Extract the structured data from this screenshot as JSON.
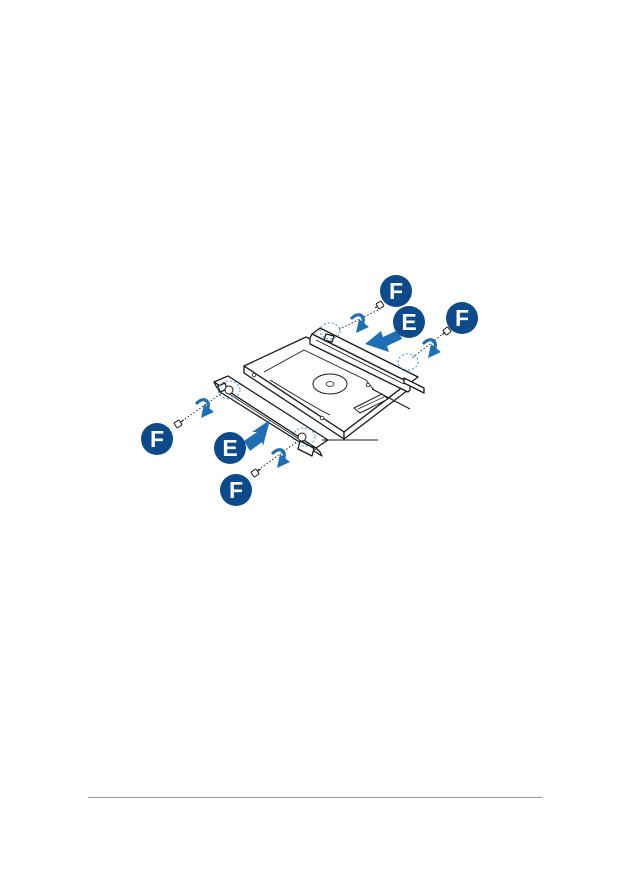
{
  "colors": {
    "badge_fill": "#0d4a8c",
    "arrow_fill": "#1f6fb4",
    "rotate_arrow": "#1f6fb4",
    "line_art": "#1a1a1a",
    "dotted_highlight": "#4a8fd0",
    "footer_rule": "#9a9a9a"
  },
  "icons": {
    "badge": "circle-letter-badge",
    "rotate": "clockwise-rotate-arrow-icon",
    "screw": "screw-icon",
    "push_arrow": "insertion-arrow-icon"
  },
  "labels": {
    "screw_step": "F",
    "bracket_step": "E"
  }
}
